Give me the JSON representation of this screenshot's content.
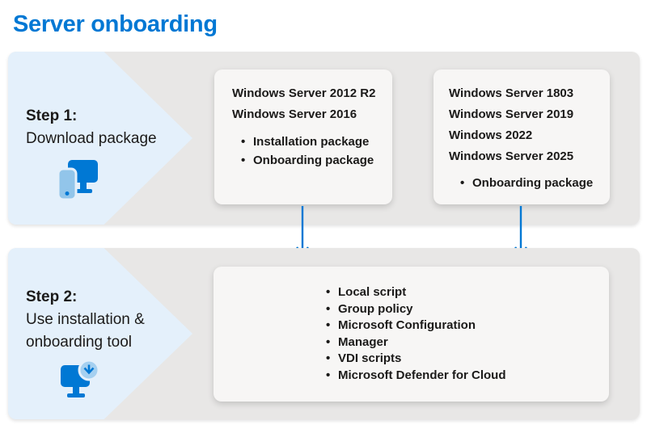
{
  "title": "Server onboarding",
  "colors": {
    "accent_blue": "#0078D4",
    "band_gray": "#E8E7E6",
    "chevron_light_blue": "#E4F0FB",
    "card_bg": "#F7F6F5",
    "text_dark": "#1B1A19",
    "icon_blue": "#0078D4",
    "icon_light_blue": "#92C5EA"
  },
  "step1": {
    "label": "Step 1:",
    "description": "Download package",
    "icon": "devices-icon",
    "left_card": {
      "os_lines": [
        "Windows Server 2012 R2",
        "Windows Server 2016"
      ],
      "bullets": [
        "Installation package",
        "Onboarding package"
      ]
    },
    "right_card": {
      "os_lines": [
        "Windows Server 1803",
        "Windows Server 2019",
        "Windows 2022",
        "Windows Server 2025"
      ],
      "bullets": [
        "Onboarding package"
      ]
    }
  },
  "arrows": {
    "left": "down-arrow",
    "right": "down-arrow"
  },
  "step2": {
    "label": "Step 2:",
    "description_lines": [
      "Use installation &",
      "onboarding tool"
    ],
    "icon": "monitor-download-icon",
    "card": {
      "bullets": [
        "Local script",
        "Group policy",
        "Microsoft Configuration",
        "Manager",
        "VDI scripts",
        "Microsoft Defender for Cloud"
      ]
    }
  }
}
